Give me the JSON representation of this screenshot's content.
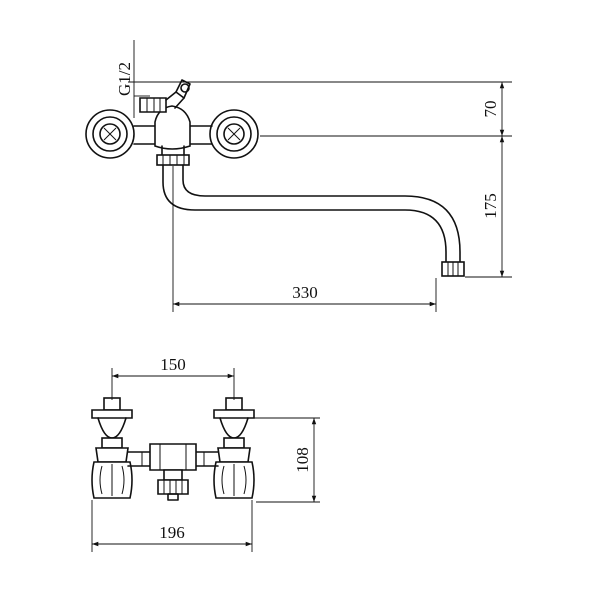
{
  "drawing": {
    "top_view": {
      "thread_label": "G1/2",
      "dim_height_upper": "70",
      "dim_height_lower": "175",
      "dim_reach": "330"
    },
    "front_view": {
      "dim_center_distance": "150",
      "dim_height": "108",
      "dim_width": "196"
    }
  }
}
